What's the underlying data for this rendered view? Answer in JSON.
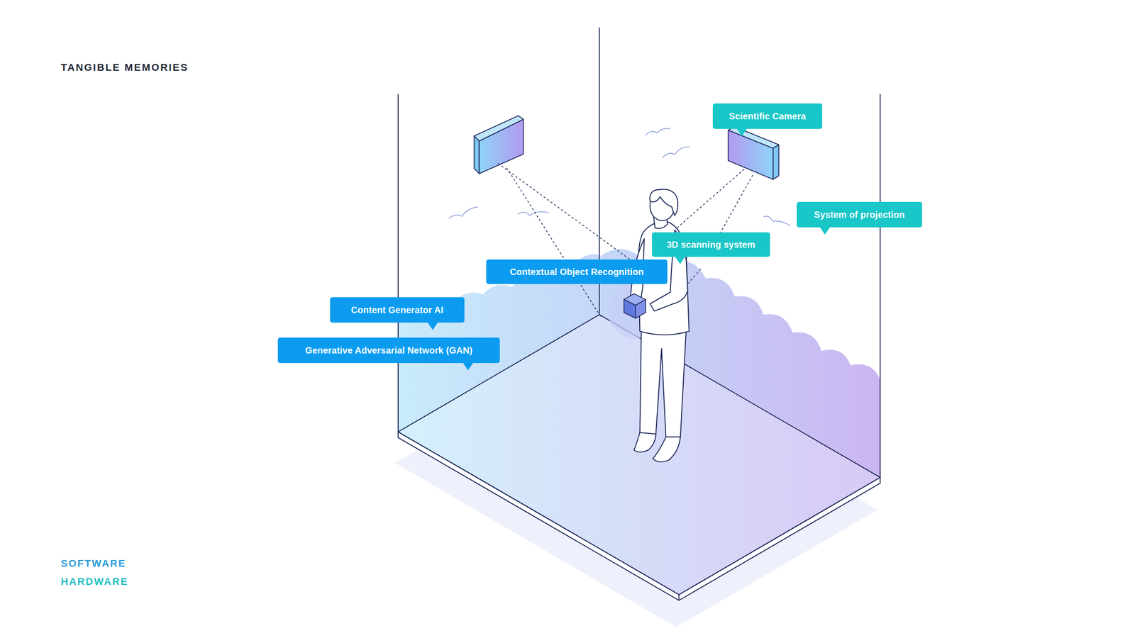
{
  "diagram": {
    "title": "TANGIBLE MEMORIES",
    "nodes": [
      {
        "text": [
          "Scientific Camera"
        ]
      },
      {
        "text": [
          "System of projection"
        ]
      },
      {
        "text": [
          "3D scanning system"
        ]
      },
      {
        "text": [
          "Contextual Object Recognition"
        ]
      },
      {
        "text": [
          "Content Generator AI"
        ]
      },
      {
        "text": [
          "Generative Adversarial Network (GAN)"
        ]
      }
    ],
    "legend": [
      {
        "text": "SOFTWARE",
        "color": "#2a9bd8"
      },
      {
        "text": "HARDWARE",
        "color": "#1fbfc2"
      }
    ]
  }
}
